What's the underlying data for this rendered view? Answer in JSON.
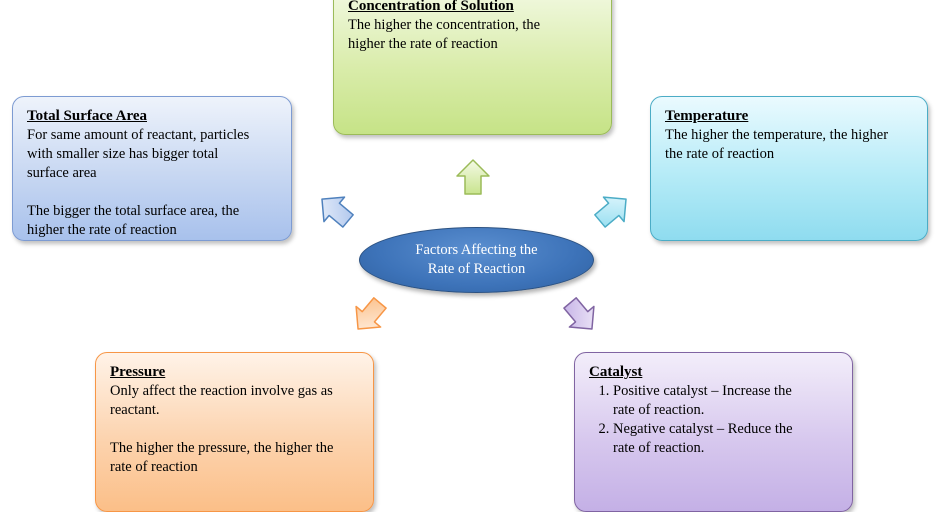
{
  "center": {
    "line1": "Factors Affecting the",
    "line2": "Rate of Reaction"
  },
  "concentration": {
    "title": "Concentration  of Solution",
    "line1": "The higher the concentration, the",
    "line2": "higher the rate of reaction"
  },
  "surface": {
    "title": "Total Surface Area",
    "p1_line1": "For same amount of reactant, particles",
    "p1_line2": "with smaller  size has bigger total",
    "p1_line3": "surface area",
    "p2_line1": "The bigger the total surface area, the",
    "p2_line2": "higher the rate of reaction"
  },
  "temperature": {
    "title": "Temperature",
    "line1": "The higher the temperature, the higher",
    "line2": "the rate of reaction"
  },
  "pressure": {
    "title": "Pressure",
    "p1_line1": "Only affect the reaction involve gas as",
    "p1_line2": "reactant.",
    "p2_line1": "The higher the pressure, the higher the",
    "p2_line2": "rate of reaction"
  },
  "catalyst": {
    "title": "Catalyst",
    "items": [
      {
        "line1": "Positive catalyst – Increase the",
        "line2": "rate of reaction."
      },
      {
        "line1": "Negative catalyst – Reduce the",
        "line2": "rate of reaction."
      }
    ]
  },
  "colors": {
    "green": "#9bbb59",
    "blue": "#4f81bd",
    "aqua": "#4bacc6",
    "orange": "#f79646",
    "purple": "#8064a2"
  }
}
